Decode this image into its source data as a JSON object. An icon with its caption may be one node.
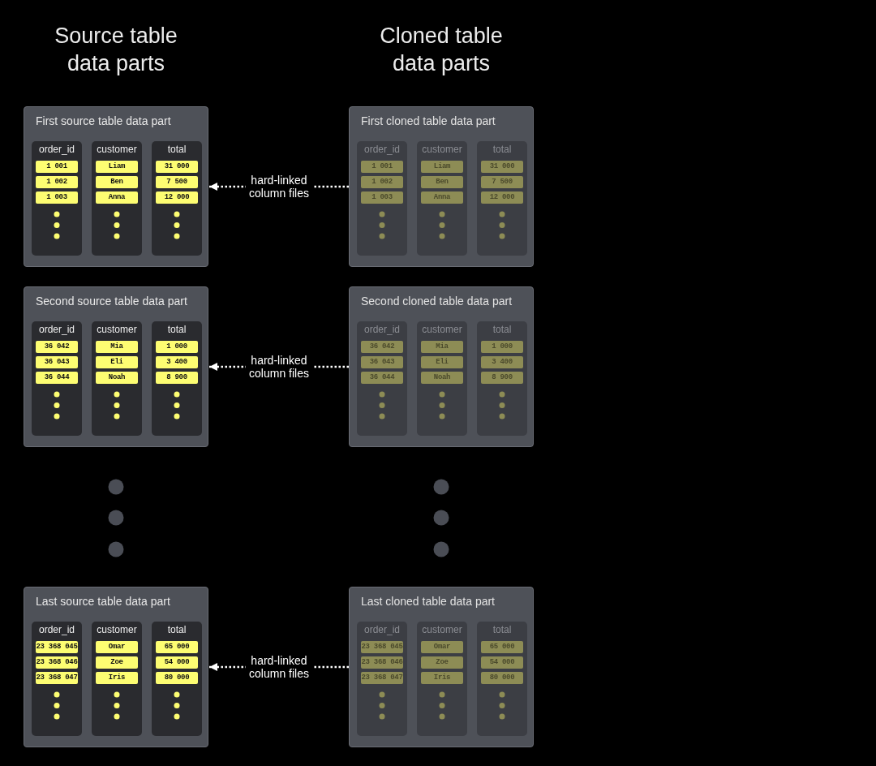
{
  "diagram": {
    "nodes": [
      {
        "text": [
          "First source table data part"
        ]
      },
      {
        "text": [
          "order_id"
        ],
        "in": 0
      },
      {
        "text": [
          "1 001"
        ],
        "in": 1
      },
      {
        "text": [
          "1 002"
        ],
        "in": 1
      },
      {
        "text": [
          "1 003"
        ],
        "in": 1
      },
      {
        "text": [
          "customer"
        ],
        "in": 0
      },
      {
        "text": [
          "Liam"
        ],
        "in": 5
      },
      {
        "text": [
          "Ben"
        ],
        "in": 5
      },
      {
        "text": [
          "Anna"
        ],
        "in": 5
      },
      {
        "text": [
          "total"
        ],
        "in": 0
      },
      {
        "text": [
          "31 000"
        ],
        "in": 9
      },
      {
        "text": [
          "7 500"
        ],
        "in": 9
      },
      {
        "text": [
          "12 000"
        ],
        "in": 9
      },
      {
        "text": [
          "First cloned table data part"
        ]
      },
      {
        "text": [
          "order_id"
        ],
        "in": 13
      },
      {
        "text": [
          "1 001"
        ],
        "in": 14
      },
      {
        "text": [
          "1 002"
        ],
        "in": 14
      },
      {
        "text": [
          "1 003"
        ],
        "in": 14
      },
      {
        "text": [
          "customer"
        ],
        "in": 13
      },
      {
        "text": [
          "Liam"
        ],
        "in": 18
      },
      {
        "text": [
          "Ben"
        ],
        "in": 18
      },
      {
        "text": [
          "Anna"
        ],
        "in": 18
      },
      {
        "text": [
          "total"
        ],
        "in": 13
      },
      {
        "text": [
          "31 000"
        ],
        "in": 22
      },
      {
        "text": [
          "7 500"
        ],
        "in": 22
      },
      {
        "text": [
          "12 000"
        ],
        "in": 22
      },
      {
        "text": [
          "Second source table data part"
        ]
      },
      {
        "text": [
          "order_id"
        ],
        "in": 26
      },
      {
        "text": [
          "36 042"
        ],
        "in": 27
      },
      {
        "text": [
          "36 043"
        ],
        "in": 27
      },
      {
        "text": [
          "36 044"
        ],
        "in": 27
      },
      {
        "text": [
          "customer"
        ],
        "in": 26
      },
      {
        "text": [
          "Mia"
        ],
        "in": 31
      },
      {
        "text": [
          "Eli"
        ],
        "in": 31
      },
      {
        "text": [
          "Noah"
        ],
        "in": 31
      },
      {
        "text": [
          "total"
        ],
        "in": 26
      },
      {
        "text": [
          "1 000"
        ],
        "in": 35
      },
      {
        "text": [
          "3 400"
        ],
        "in": 35
      },
      {
        "text": [
          "8 900"
        ],
        "in": 35
      },
      {
        "text": [
          "Second cloned table data part"
        ]
      },
      {
        "text": [
          "order_id"
        ],
        "in": 39
      },
      {
        "text": [
          "36 042"
        ],
        "in": 40
      },
      {
        "text": [
          "36 043"
        ],
        "in": 40
      },
      {
        "text": [
          "36 044"
        ],
        "in": 40
      },
      {
        "text": [
          "customer"
        ],
        "in": 39
      },
      {
        "text": [
          "Mia"
        ],
        "in": 44
      },
      {
        "text": [
          "Eli"
        ],
        "in": 44
      },
      {
        "text": [
          "Noah"
        ],
        "in": 44
      },
      {
        "text": [
          "total"
        ],
        "in": 39
      },
      {
        "text": [
          "1 000"
        ],
        "in": 48
      },
      {
        "text": [
          "3 400"
        ],
        "in": 48
      },
      {
        "text": [
          "8 900"
        ],
        "in": 48
      },
      {
        "text": [
          "Last source table data part"
        ]
      },
      {
        "text": [
          "order_id"
        ],
        "in": 52
      },
      {
        "text": [
          "23 368 045"
        ],
        "in": 53
      },
      {
        "text": [
          "23 368 046"
        ],
        "in": 53
      },
      {
        "text": [
          "23 368 047"
        ],
        "in": 53
      },
      {
        "text": [
          "customer"
        ],
        "in": 52
      },
      {
        "text": [
          "Omar"
        ],
        "in": 57
      },
      {
        "text": [
          "Zoe"
        ],
        "in": 57
      },
      {
        "text": [
          "Iris"
        ],
        "in": 57
      },
      {
        "text": [
          "total"
        ],
        "in": 52
      },
      {
        "text": [
          "65 000"
        ],
        "in": 61
      },
      {
        "text": [
          "54 000"
        ],
        "in": 61
      },
      {
        "text": [
          "80 000"
        ],
        "in": 61
      },
      {
        "text": [
          "Last cloned table data part"
        ]
      },
      {
        "text": [
          "order_id"
        ],
        "in": 65
      },
      {
        "text": [
          "23 368 045"
        ],
        "in": 66
      },
      {
        "text": [
          "23 368 046"
        ],
        "in": 66
      },
      {
        "text": [
          "23 368 047"
        ],
        "in": 66
      },
      {
        "text": [
          "customer"
        ],
        "in": 65
      },
      {
        "text": [
          "Omar"
        ],
        "in": 70
      },
      {
        "text": [
          "Zoe"
        ],
        "in": 70
      },
      {
        "text": [
          "Iris"
        ],
        "in": 70
      },
      {
        "text": [
          "total"
        ],
        "in": 65
      },
      {
        "text": [
          "65 000"
        ],
        "in": 74
      },
      {
        "text": [
          "54 000"
        ],
        "in": 74
      },
      {
        "text": [
          "80 000"
        ],
        "in": 74
      }
    ],
    "edges": [
      {
        "from": 13,
        "to": 0,
        "arrow": "to",
        "style": "dashed",
        "label": "hard-linked column files"
      },
      {
        "from": 39,
        "to": 26,
        "arrow": "to",
        "style": "dashed",
        "label": "hard-linked column files"
      },
      {
        "from": 65,
        "to": 52,
        "arrow": "to",
        "style": "dashed",
        "label": "hard-linked column files"
      }
    ],
    "labels": [
      "Source table data parts",
      "Cloned table data parts"
    ]
  }
}
